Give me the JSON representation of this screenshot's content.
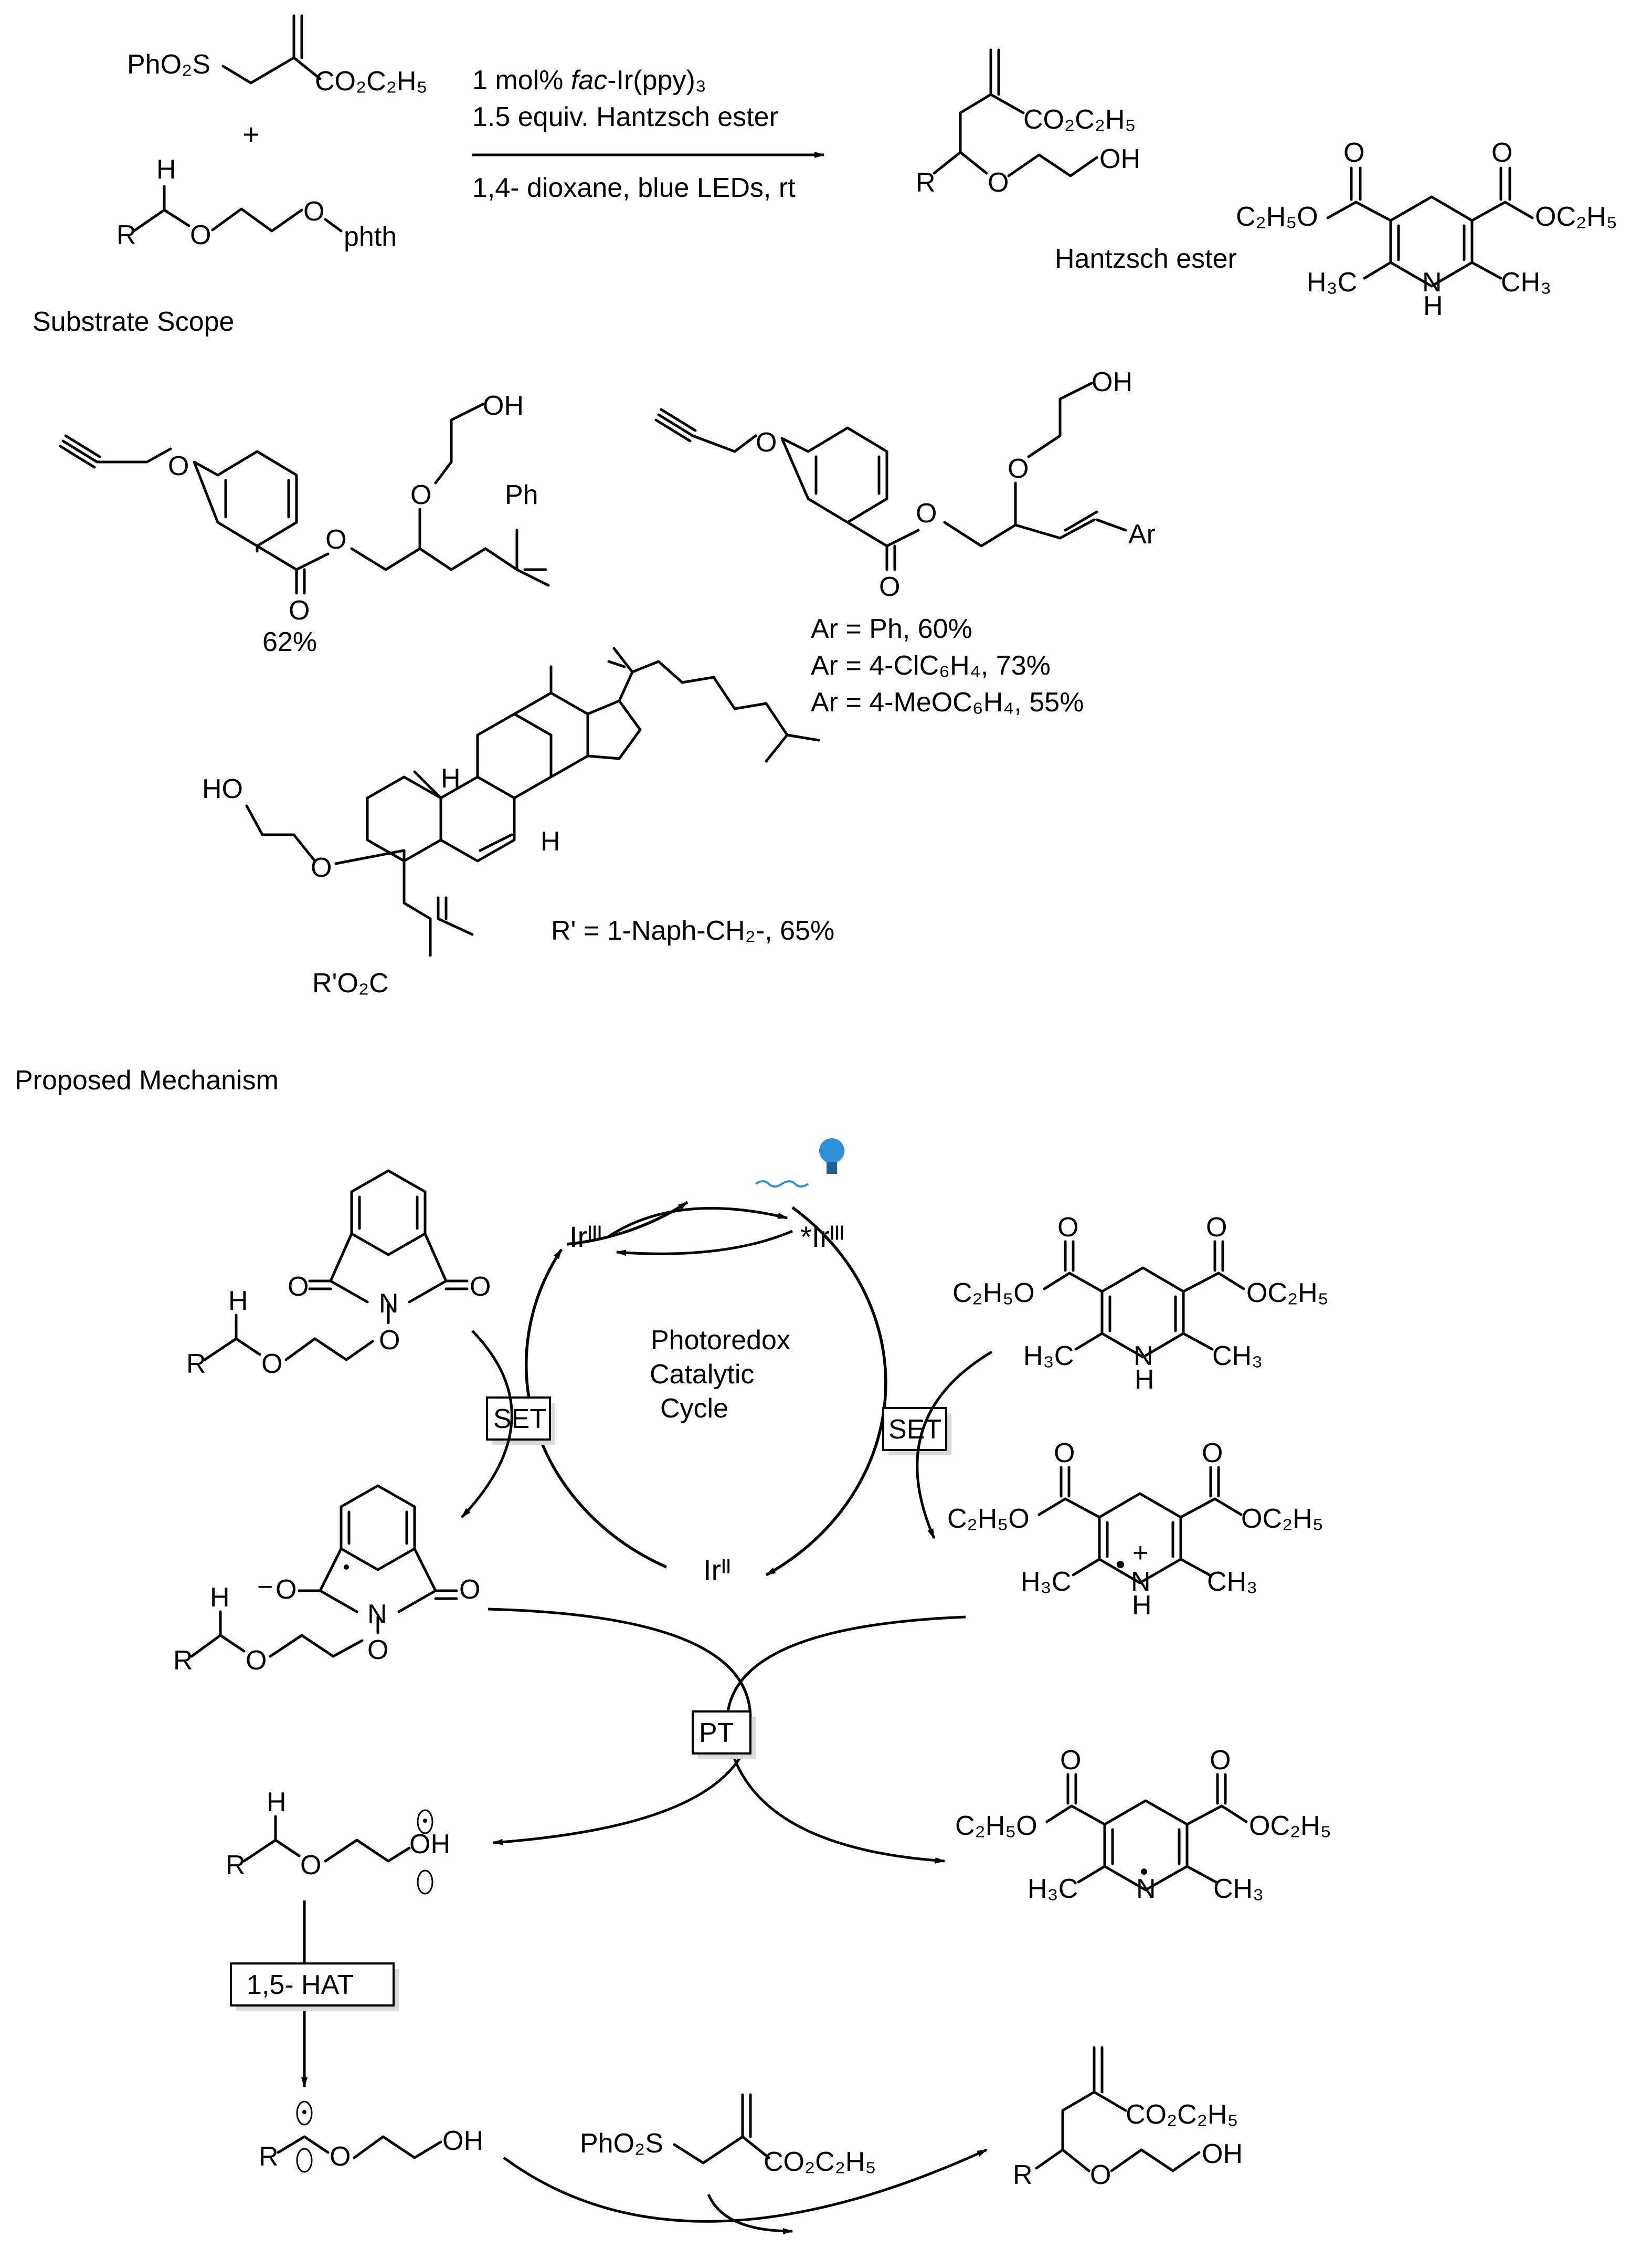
{
  "reaction": {
    "reagent_sulfone": "PhO₂S",
    "reagent_ester": "CO₂C₂H₅",
    "plus": "+",
    "substrate_h": "H",
    "substrate_r": "R",
    "substrate_o": "O",
    "substrate_phth": "phth",
    "cond_catalyst_prefix": "1 mol% ",
    "cond_catalyst_fac": "fac",
    "cond_catalyst_suffix": "-Ir(ppy)₃",
    "cond_hantzsch": "1.5 equiv. Hantzsch ester",
    "cond_solvent": "1,4- dioxane, blue LEDs, rt",
    "product_ester": "CO₂C₂H₅",
    "product_r": "R",
    "product_o": "O",
    "product_oh": "OH"
  },
  "hantzsch": {
    "label": "Hantzsch ester",
    "o": "O",
    "et_left": "C₂H₅O",
    "et_right": "OC₂H₅",
    "me_left": "H₃C",
    "me_right": "CH₃",
    "nh_n": "N",
    "nh_h": "H"
  },
  "scope": {
    "heading": "Substrate Scope",
    "p1_yield": "62%",
    "p1_ph": "Ph",
    "p1_oh": "OH",
    "p1_o": "O",
    "p2_ar": "Ar",
    "p2_oh": "OH",
    "p2_o": "O",
    "p2_yield_1": "Ar = Ph, 60%",
    "p2_yield_2": "Ar = 4-ClC₆H₄, 73%",
    "p2_yield_3": "Ar = 4-MeOC₆H₄, 55%",
    "p3_ho": "HO",
    "p3_o": "O",
    "p3_h": "H",
    "p3_ester": "R'O₂C",
    "p3_note": "R' = 1-Naph-CH₂-, 65%"
  },
  "mechanism": {
    "heading": "Proposed Mechanism",
    "ir3": "Irᴵᴵᴵ",
    "ir3_excited": "*Irᴵᴵᴵ",
    "ir2": "Irᴵᴵ",
    "cycle_line1": "Photoredox",
    "cycle_line2": "Catalytic",
    "cycle_line3": "Cycle",
    "set_left": "SET",
    "set_right": "SET",
    "pt": "PT",
    "hat": "1,5- HAT",
    "radical_cation_sign": "+",
    "anion_sign": "−",
    "oh": "OH",
    "o": "O",
    "n": "N",
    "h": "H",
    "r": "R",
    "sulfone": "PhO₂S",
    "ester": "CO₂C₂H₅",
    "et_left": "C₂H₅O",
    "et_right": "OC₂H₅",
    "me_left": "H₃C",
    "me_right": "CH₃",
    "bulb_color": "#2f8fd8"
  }
}
